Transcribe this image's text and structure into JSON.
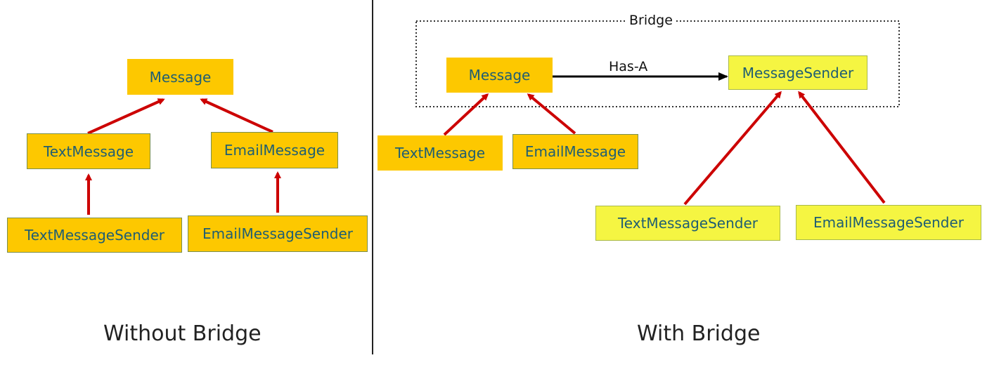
{
  "without_bridge": {
    "caption": "Without Bridge",
    "nodes": {
      "message": "Message",
      "text_message": "TextMessage",
      "email_message": "EmailMessage",
      "text_message_sender": "TextMessageSender",
      "email_message_sender": "EmailMessageSender"
    }
  },
  "with_bridge": {
    "caption": "With Bridge",
    "bridge_label": "Bridge",
    "relation_label": "Has-A",
    "nodes": {
      "message": "Message",
      "message_sender": "MessageSender",
      "text_message": "TextMessage",
      "email_message": "EmailMessage",
      "text_message_sender": "TextMessageSender",
      "email_message_sender": "EmailMessageSender"
    }
  },
  "colors": {
    "abstraction_box": "#fdc800",
    "implementor_box": "#f5f542",
    "node_text": "#1f5e73",
    "inheritance_arrow": "#cc0000",
    "association_arrow": "#000000"
  }
}
